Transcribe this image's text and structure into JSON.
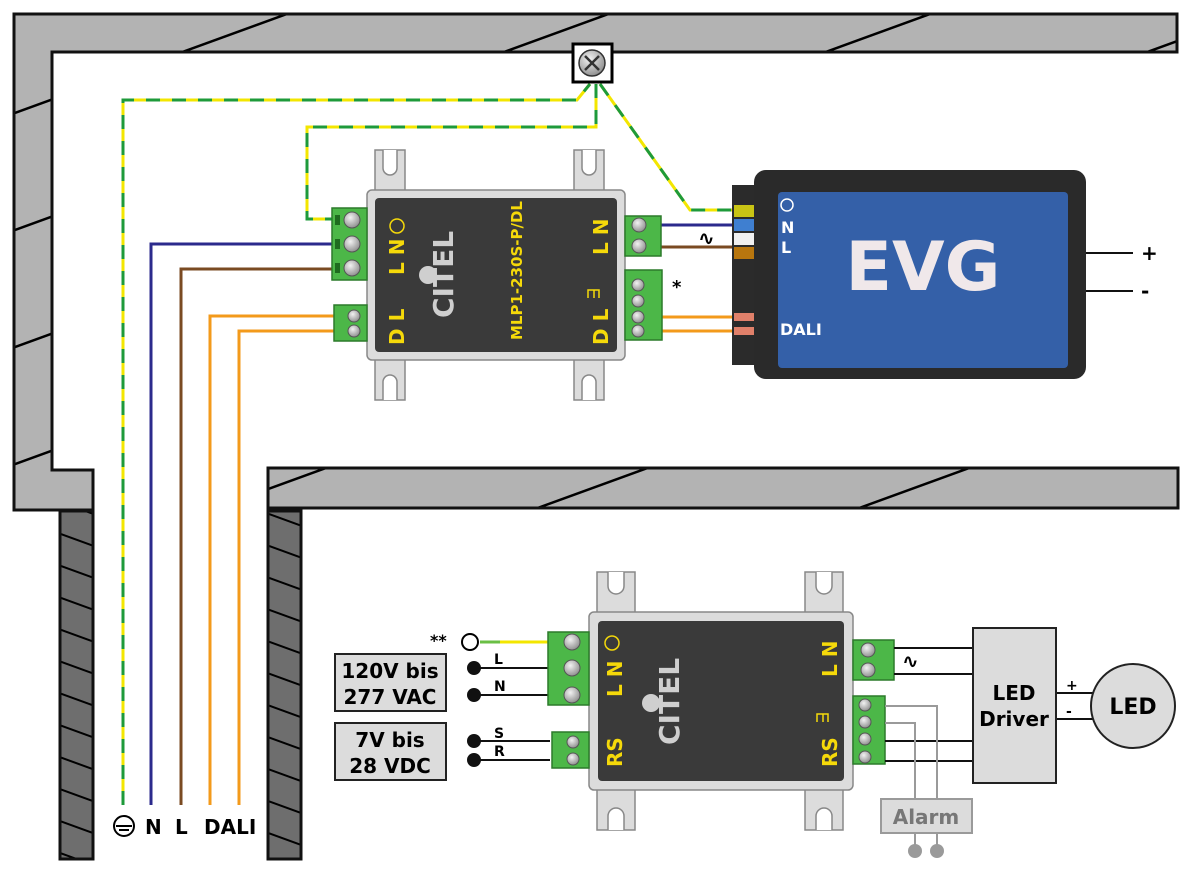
{
  "colors": {
    "wall_light": "#b3b3b3",
    "wall_dark": "#6e6e6e",
    "device_body": "#3a3a3a",
    "device_frame": "#dcdcdc",
    "label_yellow": "#f5d90a",
    "terminal_green": "#4cb748",
    "evg_blue": "#3460a8",
    "wire_neutral": "#2b2a8c",
    "wire_live": "#7a4a22",
    "wire_dali": "#f39a1b",
    "pe_green": "#1e9a3a",
    "pe_yellow": "#f3e600",
    "gray_box": "#dcdcdc",
    "alarm_gray": "#9a9a9a"
  },
  "top_device": {
    "brand": "CITEL",
    "model": "MLP1-230S-P/DL",
    "left_labels": {
      "power": "L N",
      "dali": "D L"
    },
    "right_labels": {
      "power": "L N",
      "dali": "D L"
    },
    "footnote_marker": "*"
  },
  "evg": {
    "title": "EVG",
    "terminals": [
      "N",
      "L",
      "DALI"
    ],
    "output_plus": "+",
    "output_minus": "-",
    "ac_symbol": "∿"
  },
  "cable_labels": {
    "ground_symbol": "⏚",
    "items": [
      "N",
      "L",
      "DALI"
    ]
  },
  "bottom_device": {
    "brand": "CITEL",
    "left_labels": {
      "power": "L N",
      "signal": "RS"
    },
    "right_labels": {
      "power": "L N",
      "signal": "RS"
    },
    "ground_marker": "**",
    "ac_symbol": "∿"
  },
  "supply_boxes": [
    {
      "line1": "120V bis",
      "line2": "277 VAC",
      "wires": [
        "L",
        "N"
      ]
    },
    {
      "line1": "7V bis",
      "line2": "28 VDC",
      "wires": [
        "S",
        "R"
      ]
    }
  ],
  "led_driver": {
    "line1": "LED",
    "line2": "Driver",
    "plus": "+",
    "minus": "-"
  },
  "led": {
    "label": "LED"
  },
  "alarm": {
    "label": "Alarm"
  }
}
